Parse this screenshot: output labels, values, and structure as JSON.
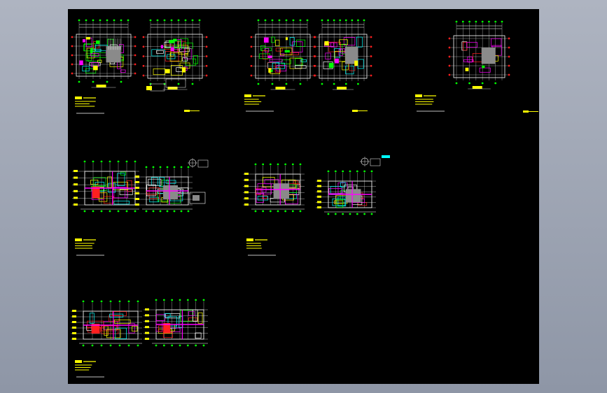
{
  "app": {
    "view": "cad-model-space",
    "background": "#000000",
    "frame_color": "#9aa1b0"
  },
  "colors": {
    "magenta": "#ff00ff",
    "cyan": "#00ffff",
    "green": "#00ff00",
    "yellow": "#ffff00",
    "red": "#ff2020",
    "white": "#ffffff",
    "gray": "#8a8a8a",
    "blue": "#4aa0ff"
  },
  "sheets": [
    {
      "id": "floor-plan-1",
      "kind": "plan"
    },
    {
      "id": "floor-plan-2",
      "kind": "plan"
    },
    {
      "id": "floor-plan-3",
      "kind": "plan"
    },
    {
      "id": "floor-plan-4",
      "kind": "plan"
    },
    {
      "id": "floor-plan-5",
      "kind": "plan"
    },
    {
      "id": "section-1",
      "kind": "section"
    },
    {
      "id": "section-2",
      "kind": "section"
    },
    {
      "id": "section-3",
      "kind": "section"
    },
    {
      "id": "section-4",
      "kind": "section"
    },
    {
      "id": "elevation-1",
      "kind": "elevation"
    },
    {
      "id": "elevation-2",
      "kind": "elevation"
    }
  ]
}
